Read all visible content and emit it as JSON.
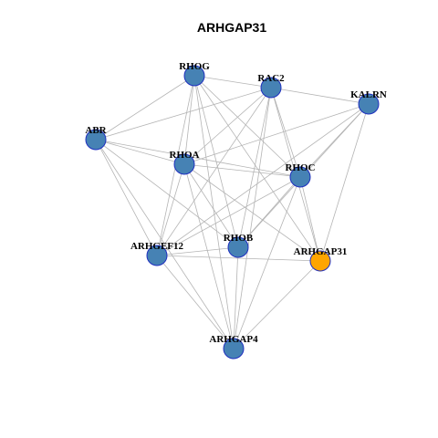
{
  "title": "ARHGAP31",
  "colors": {
    "default_node": "#4682b4",
    "highlight_node": "#ffa500",
    "node_border": "#1f2fbf",
    "edge": "#b4b4b4"
  },
  "nodes": [
    {
      "id": "RHOG",
      "label": "RHOG",
      "highlight": false
    },
    {
      "id": "RAC2",
      "label": "RAC2",
      "highlight": false
    },
    {
      "id": "KALRN",
      "label": "KALRN",
      "highlight": false
    },
    {
      "id": "ABR",
      "label": "ABR",
      "highlight": false
    },
    {
      "id": "RHOA",
      "label": "RHOA",
      "highlight": false
    },
    {
      "id": "RHOC",
      "label": "RHOC",
      "highlight": false
    },
    {
      "id": "ARHGEF12",
      "label": "ARHGEF12",
      "highlight": false
    },
    {
      "id": "RHOB",
      "label": "RHOB",
      "highlight": false
    },
    {
      "id": "ARHGAP31",
      "label": "ARHGAP31",
      "highlight": true
    },
    {
      "id": "ARHGAP4",
      "label": "ARHGAP4",
      "highlight": false
    }
  ],
  "edges": [
    [
      "RHOG",
      "RAC2"
    ],
    [
      "RHOG",
      "ABR"
    ],
    [
      "RHOG",
      "RHOA"
    ],
    [
      "RHOG",
      "RHOC"
    ],
    [
      "RHOG",
      "ARHGEF12"
    ],
    [
      "RHOG",
      "RHOB"
    ],
    [
      "RHOG",
      "ARHGAP4"
    ],
    [
      "RHOG",
      "ARHGAP31"
    ],
    [
      "RAC2",
      "KALRN"
    ],
    [
      "RAC2",
      "ABR"
    ],
    [
      "RAC2",
      "RHOA"
    ],
    [
      "RAC2",
      "RHOC"
    ],
    [
      "RAC2",
      "ARHGEF12"
    ],
    [
      "RAC2",
      "RHOB"
    ],
    [
      "RAC2",
      "ARHGAP4"
    ],
    [
      "RAC2",
      "ARHGAP31"
    ],
    [
      "KALRN",
      "RHOA"
    ],
    [
      "KALRN",
      "RHOC"
    ],
    [
      "KALRN",
      "ARHGEF12"
    ],
    [
      "KALRN",
      "RHOB"
    ],
    [
      "KALRN",
      "ARHGAP31"
    ],
    [
      "ABR",
      "RHOA"
    ],
    [
      "ABR",
      "RHOC"
    ],
    [
      "ABR",
      "ARHGEF12"
    ],
    [
      "ABR",
      "RHOB"
    ],
    [
      "ABR",
      "ARHGAP4"
    ],
    [
      "RHOA",
      "RHOC"
    ],
    [
      "RHOA",
      "ARHGEF12"
    ],
    [
      "RHOA",
      "RHOB"
    ],
    [
      "RHOA",
      "ARHGAP4"
    ],
    [
      "RHOA",
      "ARHGAP31"
    ],
    [
      "RHOC",
      "ARHGEF12"
    ],
    [
      "RHOC",
      "RHOB"
    ],
    [
      "RHOC",
      "ARHGAP4"
    ],
    [
      "RHOC",
      "ARHGAP31"
    ],
    [
      "ARHGEF12",
      "RHOB"
    ],
    [
      "ARHGEF12",
      "ARHGAP4"
    ],
    [
      "ARHGEF12",
      "ARHGAP31"
    ],
    [
      "RHOB",
      "ARHGAP4"
    ],
    [
      "ARHGAP31",
      "ARHGAP4"
    ]
  ]
}
